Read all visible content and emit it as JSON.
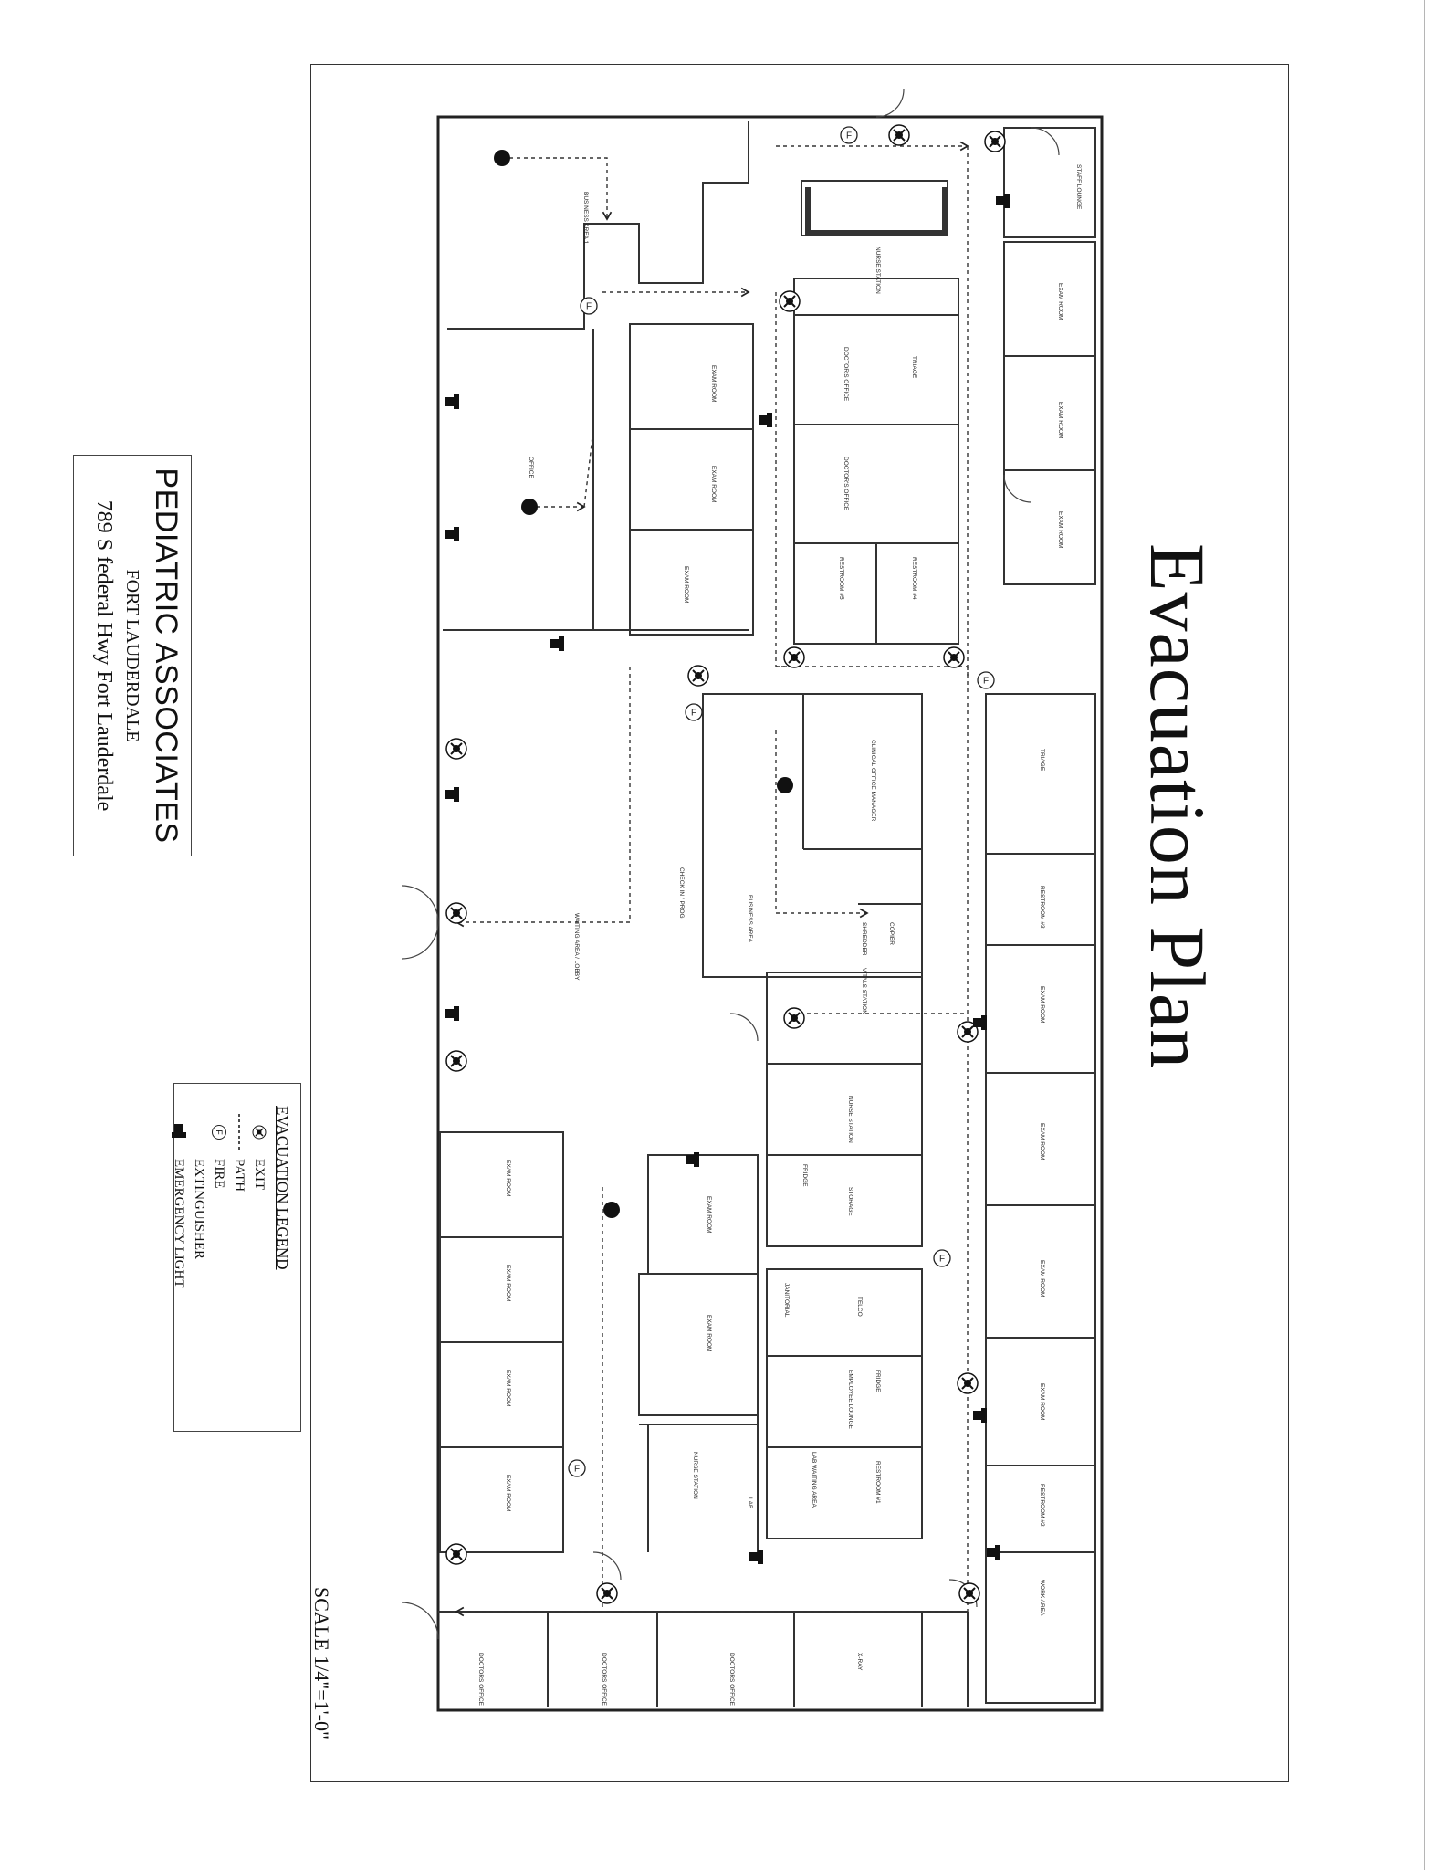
{
  "title": "Evacuation Plan",
  "company": {
    "name": "PEDIATRIC ASSOCIATES",
    "city": "FORT LAUDERDALE",
    "address": "789 S federal Hwy Fort Lauderdale"
  },
  "legend": {
    "title": "EVACUATION LEGEND",
    "items": [
      {
        "icon": "exit-icon",
        "label": "EXIT"
      },
      {
        "icon": "path-icon",
        "label": "PATH"
      },
      {
        "icon": "fire-extinguisher-icon",
        "label": "FIRE"
      },
      {
        "icon": "",
        "label": "EXTINGUISHER"
      },
      {
        "icon": "emergency-light-icon",
        "label": "EMERGENCY LIGHT"
      }
    ]
  },
  "scale": "SCALE 1/4\"=1'-0\"",
  "rooms": {
    "business_area": "BUSINESS AREA 1",
    "office": "OFFICE",
    "nurse_station_top": "NURSE STATION",
    "staff_lounge": "STAFF LOUNGE",
    "exam_room": "EXAM ROOM",
    "doctors_office": "DOCTOR'S OFFICE",
    "triage": "TRIAGE",
    "restroom_5": "RESTROOM #5",
    "restroom_4": "RESTROOM #4",
    "restroom_3": "RESTROOM #3",
    "restroom_2": "RESTROOM #2",
    "restroom_1": "RESTROOM #1",
    "clinical_manager": "CLINICAL OFFICE MANAGER",
    "business_area_2": "BUSINESS AREA",
    "check_in": "CHECK IN / PROG",
    "shredder": "SHREDDER",
    "copier": "COPIER",
    "vitals": "VITALS STATION",
    "waiting": "WAITING AREA / LOBBY",
    "nurse_station_mid": "NURSE STATION",
    "fridge": "FRIDGE",
    "storage": "STORAGE",
    "janitorial": "JANITORIAL",
    "telco": "TELCO",
    "employee_lounge": "EMPLOYEE LOUNGE",
    "nurse_station_low": "NURSE STATION",
    "lab_waiting": "LAB WAITING AREA",
    "lab": "LAB",
    "work_area": "WORK AREA",
    "x_ray": "X-RAY",
    "doctors_office_b": "DOCTORS OFFICE",
    "triage_2": "TRIAGE"
  }
}
